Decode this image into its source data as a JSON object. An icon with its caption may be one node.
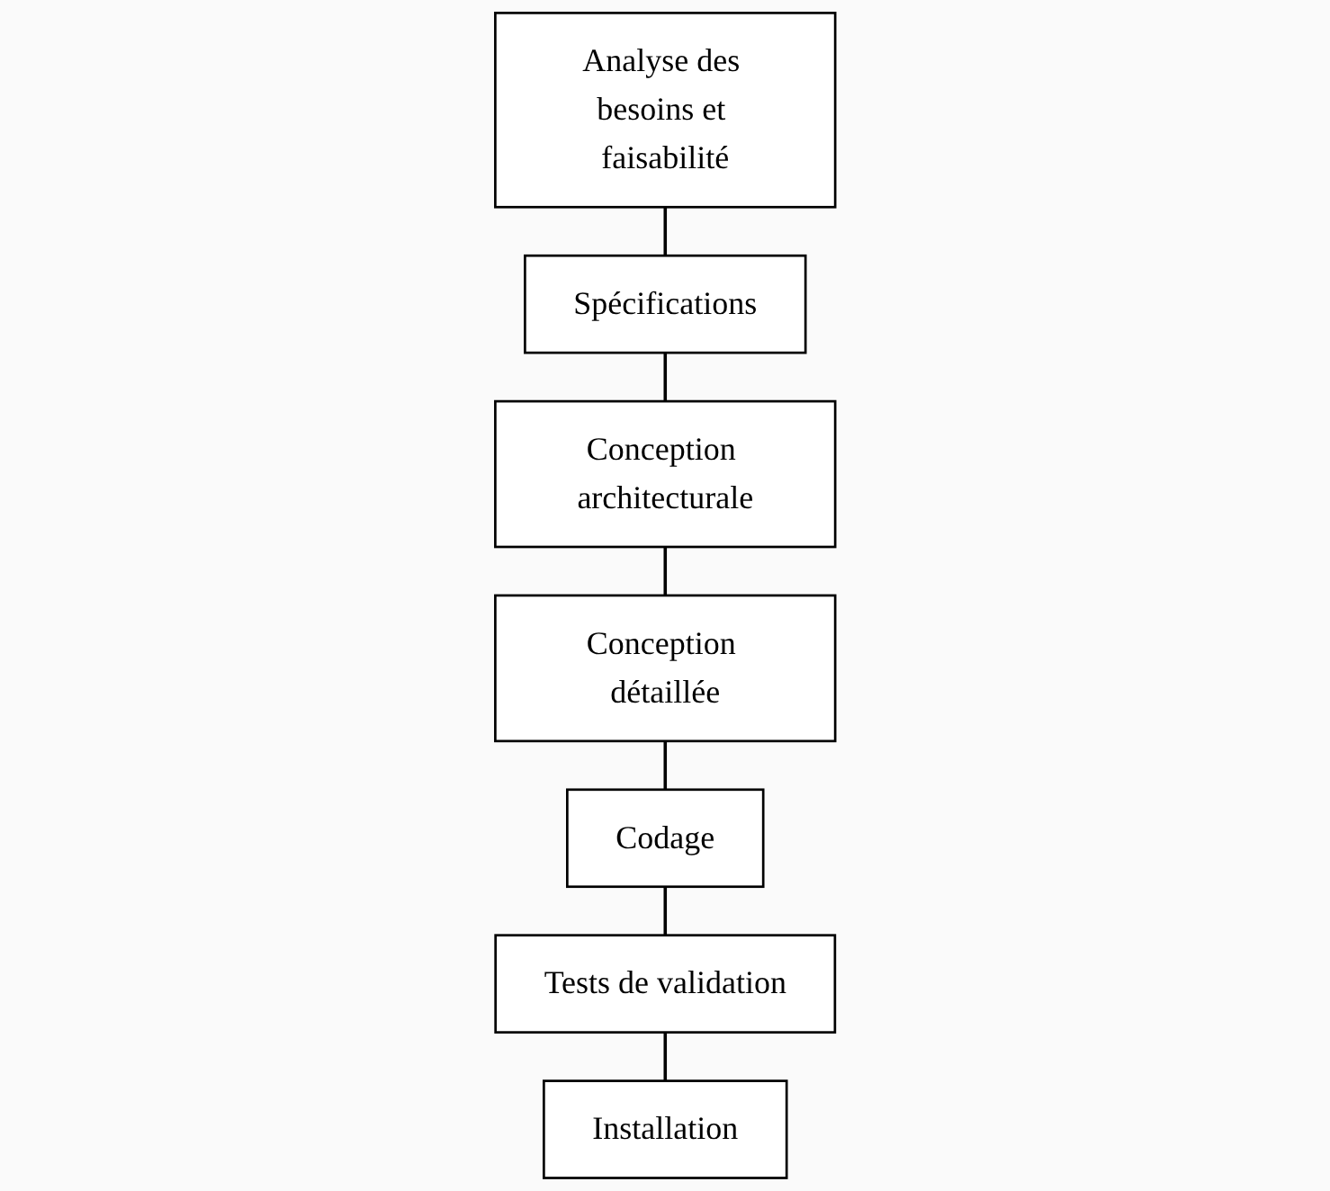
{
  "diagram": {
    "nodes": [
      {
        "text": [
          "Analyse des besoins et faisabilité"
        ]
      },
      {
        "text": [
          "Spécifications"
        ]
      },
      {
        "text": [
          "Conception architecturale"
        ]
      },
      {
        "text": [
          "Conception détaillée"
        ]
      },
      {
        "text": [
          "Codage"
        ]
      },
      {
        "text": [
          "Tests de validation"
        ]
      },
      {
        "text": [
          "Installation"
        ]
      }
    ],
    "edges": [
      {
        "from": 0,
        "to": 1,
        "arrow": "none"
      },
      {
        "from": 1,
        "to": 2,
        "arrow": "none"
      },
      {
        "from": 2,
        "to": 3,
        "arrow": "none"
      },
      {
        "from": 3,
        "to": 4,
        "arrow": "none"
      },
      {
        "from": 4,
        "to": 5,
        "arrow": "none"
      },
      {
        "from": 5,
        "to": 6,
        "arrow": "none"
      }
    ]
  }
}
